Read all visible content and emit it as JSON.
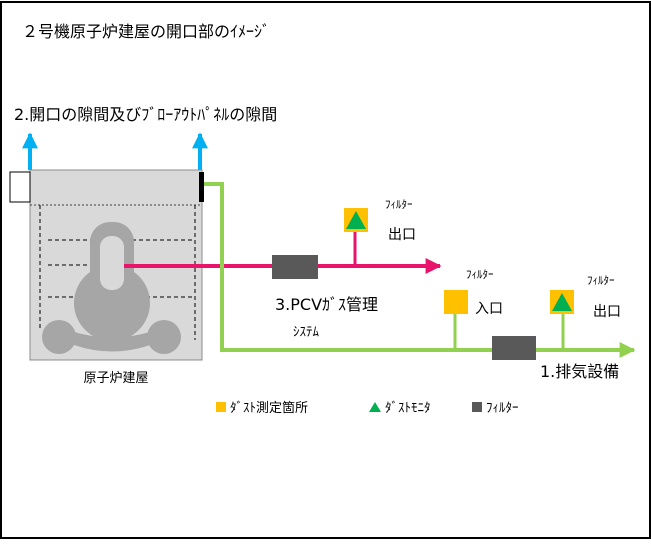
{
  "title": "２号機原子炉建屋の開口部のｲﾒｰｼﾞ",
  "opening_label": "2.開口の隙間及びﾌﾞﾛｰｱｳﾄﾊﾟﾈﾙの隙間",
  "building_label": "原子炉建屋",
  "pcv_label_line1": "3.PCVｶﾞｽ管理",
  "pcv_label_line2": "ｼｽﾃﾑ",
  "exhaust_label": "1.排気設備",
  "filter_small": "ﾌｨﾙﾀｰ",
  "outlet": "出口",
  "inlet": "入口",
  "legend": {
    "dust_point": "ﾀﾞｽﾄ測定箇所",
    "dust_monitor": "ﾀﾞｽﾄﾓﾆﾀ",
    "filter": "ﾌｨﾙﾀｰ"
  },
  "colors": {
    "pink_line": "#e8136a",
    "green_line": "#92d050",
    "blue_arrow": "#00b0f0",
    "dust_square": "#ffc000",
    "monitor_triangle": "#00b050",
    "filter_block": "#595959",
    "building_fill": "#d9d9d9",
    "reactor_fill": "#a6a6a6"
  }
}
